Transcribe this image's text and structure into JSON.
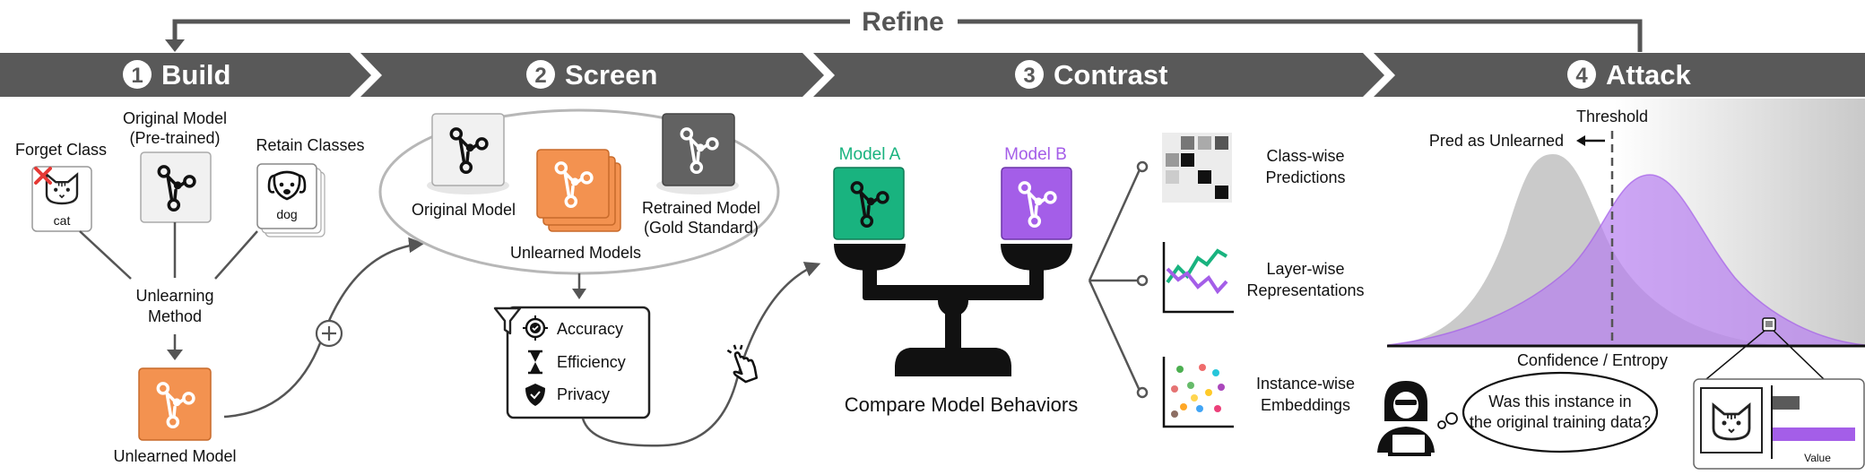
{
  "refine_label": "Refine",
  "stages": [
    {
      "num": "1",
      "label": "Build"
    },
    {
      "num": "2",
      "label": "Screen"
    },
    {
      "num": "3",
      "label": "Contrast"
    },
    {
      "num": "4",
      "label": "Attack"
    }
  ],
  "build": {
    "forget_class": "Forget Class",
    "forget_item": "cat",
    "original_model_line1": "Original Model",
    "original_model_line2": "(Pre-trained)",
    "retain_classes": "Retain Classes",
    "retain_item": "dog",
    "method_line1": "Unlearning",
    "method_line2": "Method",
    "unlearned_model": "Unlearned Model"
  },
  "screen": {
    "original_model": "Original Model",
    "unlearned_models": "Unlearned Models",
    "retrained_line1": "Retrained Model",
    "retrained_line2": "(Gold Standard)",
    "metrics": [
      "Accuracy",
      "Efficiency",
      "Privacy"
    ]
  },
  "contrast": {
    "model_a": "Model A",
    "model_b": "Model B",
    "caption": "Compare Model Behaviors",
    "views": [
      {
        "line1": "Class-wise",
        "line2": "Predictions"
      },
      {
        "line1": "Layer-wise",
        "line2": "Representations"
      },
      {
        "line1": "Instance-wise",
        "line2": "Embeddings"
      }
    ]
  },
  "attack": {
    "threshold": "Threshold",
    "pred_unlearned": "Pred as Unlearned",
    "axis_label": "Confidence / Entropy",
    "question_line1": "Was this instance in",
    "question_line2": "the original training data?",
    "value_label": "Value"
  },
  "colors": {
    "banner": "#595959",
    "orange": "#f39250",
    "green": "#19b37f",
    "purple": "#a45ee8",
    "purple_light": "#c9a2f0",
    "gray_dist": "#c4c4c4",
    "dark_model": "#626262"
  }
}
